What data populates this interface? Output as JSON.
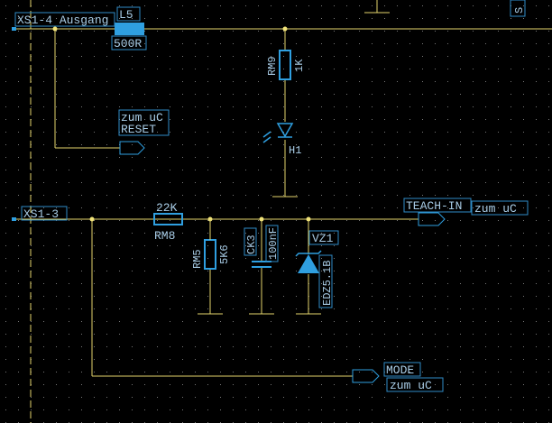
{
  "colors": {
    "background": "#000000",
    "grid_dot": "#777777",
    "wire": "#e3d56b",
    "junction": "#f2e47a",
    "component": "#2f9fe0",
    "text": "#a8cce6",
    "selection_box": "#2f8cc7"
  },
  "connectors": {
    "xs1_4": "XS1-4",
    "xs1_4_signal": "Ausgang",
    "xs1_3": "XS1-3",
    "top_right_partial": "S"
  },
  "ports": {
    "reset": {
      "line1": "zum uC",
      "line2": "RESET"
    },
    "teach_in": {
      "label": "TEACH-IN",
      "target": "zum uC"
    },
    "mode": {
      "label": "MODE",
      "target": "zum uC"
    }
  },
  "components": {
    "l5": {
      "name": "L5",
      "value": "500R"
    },
    "rm9": {
      "name": "RM9",
      "value": "1K"
    },
    "h1": {
      "name": "H1"
    },
    "rm8": {
      "name": "RM8",
      "value": "22K"
    },
    "rm5": {
      "name": "RM5",
      "value": "5K6"
    },
    "ck3": {
      "name": "CK3",
      "value": "100nF"
    },
    "vz1": {
      "name": "VZ1",
      "value": "EDZ5.1B"
    }
  }
}
